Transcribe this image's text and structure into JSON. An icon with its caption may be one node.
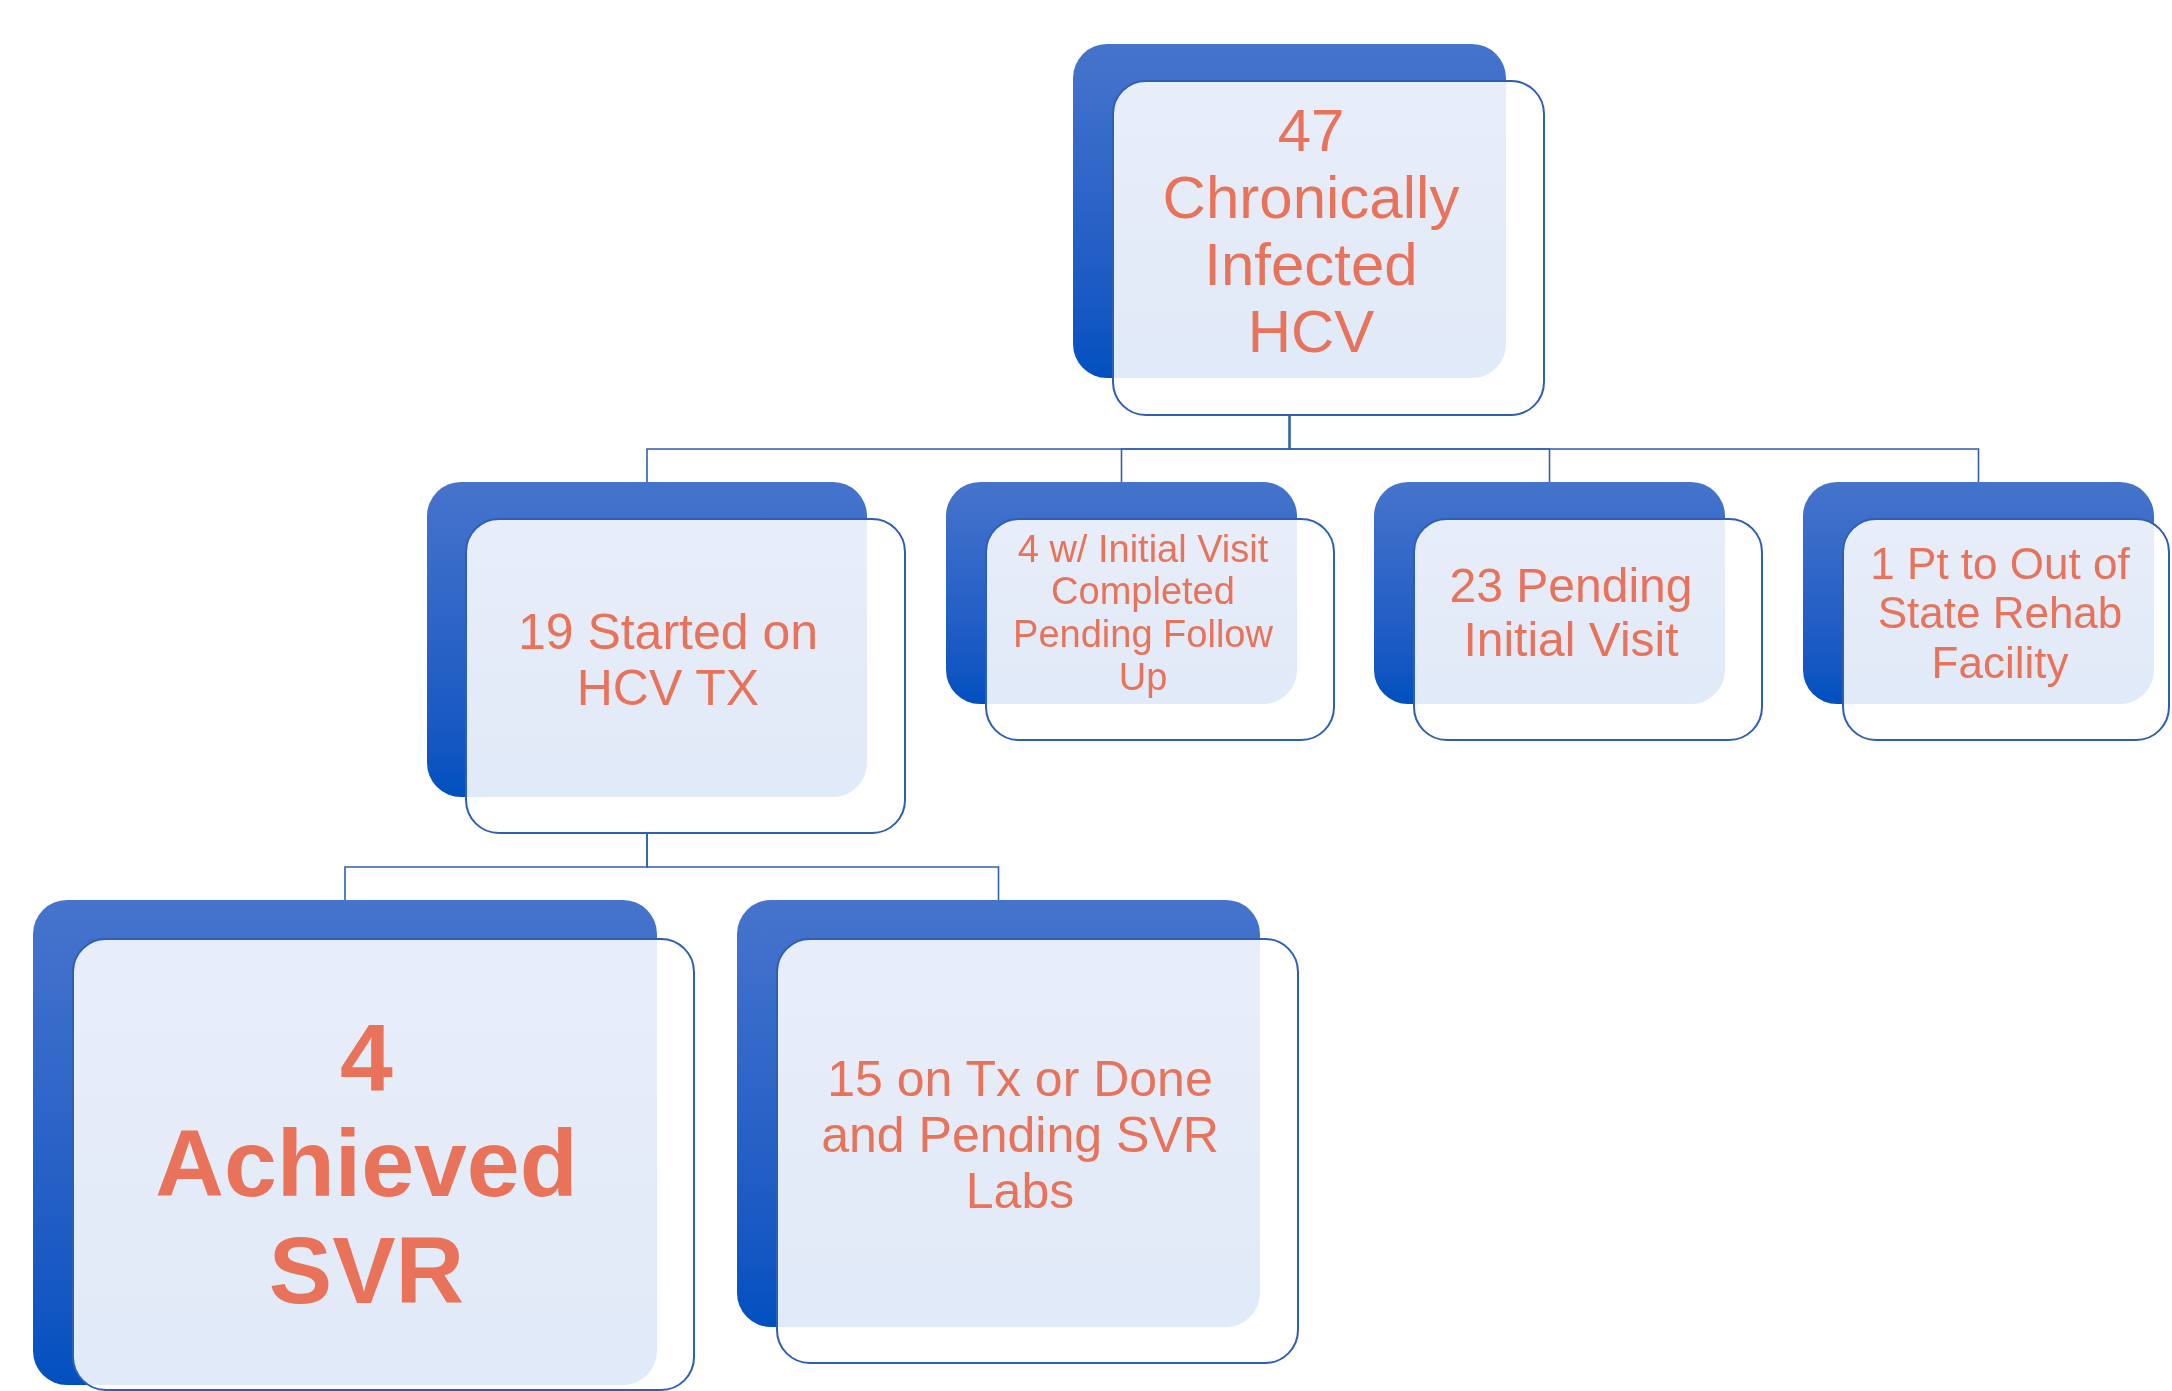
{
  "diagram": {
    "nodes": [
      {
        "text": [
          "47 Chronically Infected HCV"
        ]
      },
      {
        "text": [
          "19 Started on HCV TX"
        ]
      },
      {
        "text": [
          "4 w/ Initial Visit Completed Pending Follow Up"
        ]
      },
      {
        "text": [
          "23 Pending Initial Visit"
        ]
      },
      {
        "text": [
          "1 Pt to Out of State Rehab Facility"
        ]
      },
      {
        "text": [
          "4 Achieved SVR"
        ]
      },
      {
        "text": [
          "15 on Tx or Done and Pending SVR Labs"
        ]
      }
    ],
    "edges": [
      {
        "from": 0,
        "to": 1,
        "arrow": "none"
      },
      {
        "from": 0,
        "to": 2,
        "arrow": "none"
      },
      {
        "from": 0,
        "to": 3,
        "arrow": "none"
      },
      {
        "from": 0,
        "to": 4,
        "arrow": "none"
      },
      {
        "from": 1,
        "to": 5,
        "arrow": "none"
      },
      {
        "from": 1,
        "to": 6,
        "arrow": "none"
      }
    ]
  }
}
